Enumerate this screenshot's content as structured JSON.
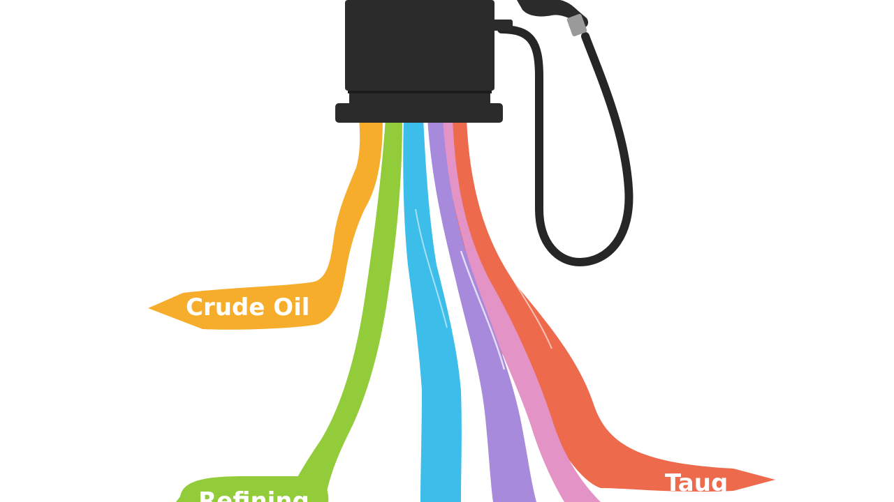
{
  "colors": {
    "background": "#ffffff",
    "pump_body": "#2b2b2b",
    "hose": "#262626",
    "nozzle_metal": "#9a9a9a",
    "stream_orange": "#f5ad2b",
    "stream_green": "#93cc3a",
    "stream_blue": "#3dbdea",
    "stream_purple": "#a88adc",
    "stream_pink": "#e493c6",
    "stream_red": "#ee6a4d"
  },
  "streams": [
    {
      "id": "orange",
      "color": "#f5ad2b"
    },
    {
      "id": "green",
      "color": "#93cc3a"
    },
    {
      "id": "blue",
      "color": "#3dbdea"
    },
    {
      "id": "purple",
      "color": "#a88adc"
    },
    {
      "id": "pink",
      "color": "#e493c6"
    },
    {
      "id": "red",
      "color": "#ee6a4d"
    }
  ],
  "labels": {
    "crude_oil": "Crude Oil",
    "refining": "Refining",
    "right": "Taug"
  },
  "icons": {
    "pump": "fuel-pump-icon",
    "nozzle": "fuel-nozzle-icon"
  }
}
